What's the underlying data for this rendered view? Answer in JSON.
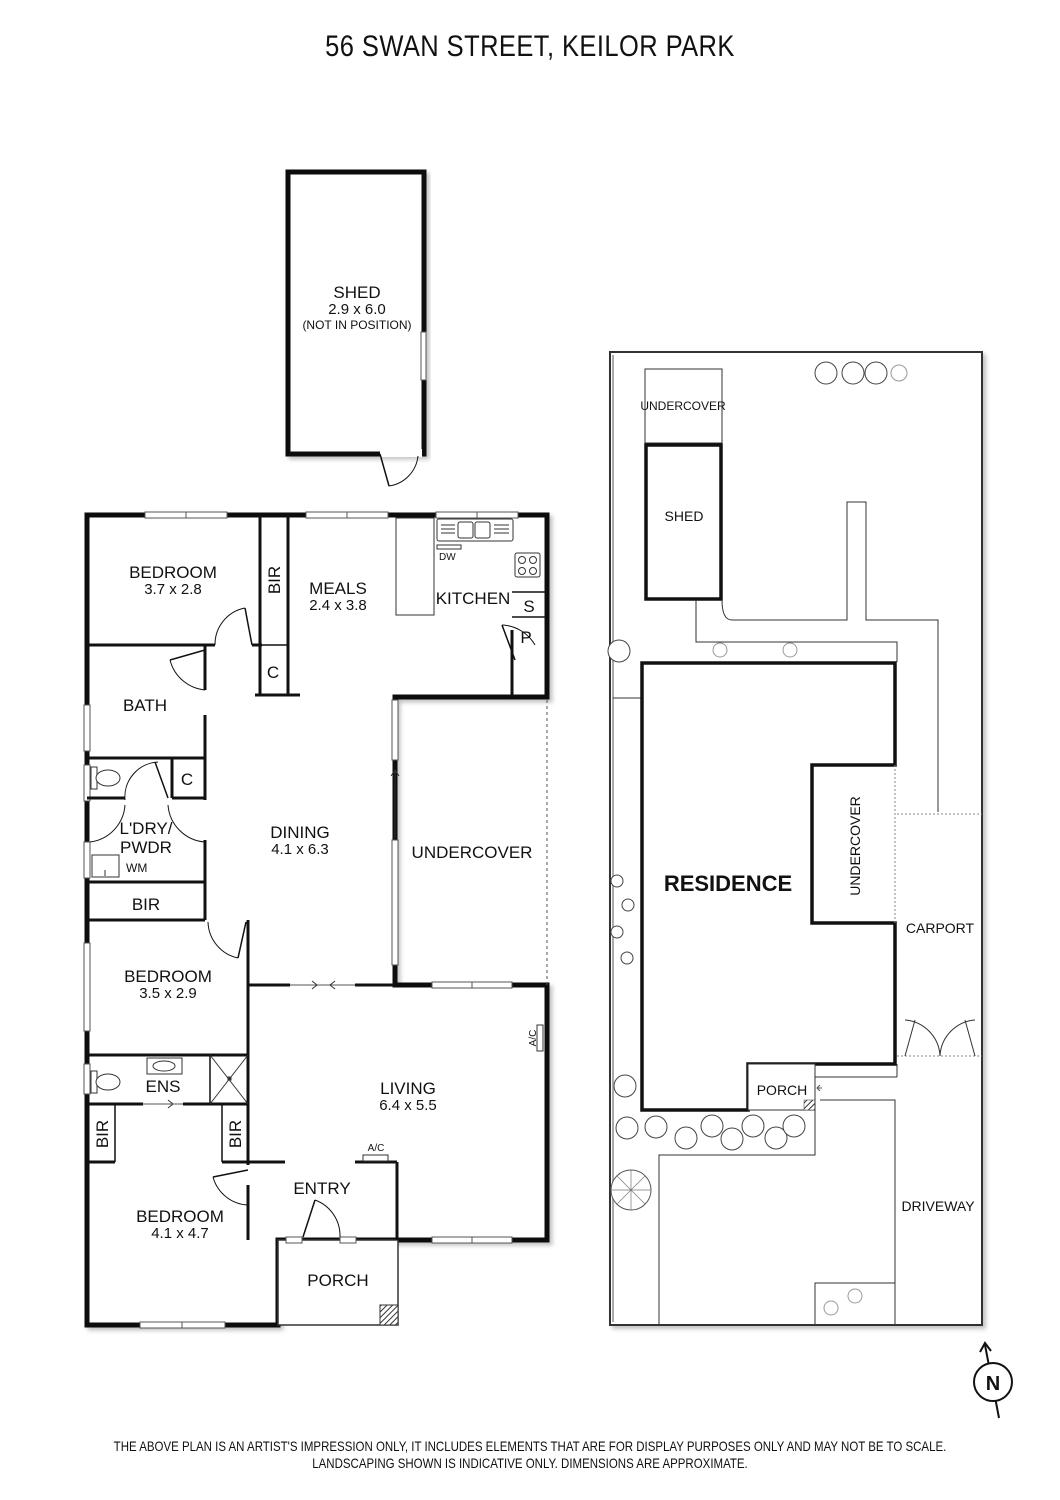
{
  "title": "56 SWAN STREET, KEILOR PARK",
  "floor_plan": {
    "rooms": [
      {
        "id": "shed",
        "name": "SHED",
        "dims": "2.9 x 6.0",
        "note": "(NOT IN POSITION)"
      },
      {
        "id": "bedroom1",
        "name": "BEDROOM",
        "dims": "3.7 x 2.8"
      },
      {
        "id": "meals",
        "name": "MEALS",
        "dims": "2.4 x 3.8"
      },
      {
        "id": "kitchen",
        "name": "KITCHEN"
      },
      {
        "id": "bath",
        "name": "BATH"
      },
      {
        "id": "laundry",
        "name": "L'DRY/",
        "name2": "PWDR"
      },
      {
        "id": "dining",
        "name": "DINING",
        "dims": "4.1 x 6.3"
      },
      {
        "id": "undercover",
        "name": "UNDERCOVER"
      },
      {
        "id": "bedroom2",
        "name": "BEDROOM",
        "dims": "3.5 x 2.9"
      },
      {
        "id": "ensuite",
        "name": "ENS"
      },
      {
        "id": "living",
        "name": "LIVING",
        "dims": "6.4 x 5.5"
      },
      {
        "id": "entry",
        "name": "ENTRY"
      },
      {
        "id": "bedroom3",
        "name": "BEDROOM",
        "dims": "4.1 x 4.7"
      },
      {
        "id": "porch",
        "name": "PORCH"
      }
    ],
    "fixtures": {
      "bir": "BIR",
      "cupboard": "C",
      "dishwasher": "DW",
      "storage": "S",
      "pantry": "P",
      "washing_machine": "WM",
      "air_con": "A/C"
    }
  },
  "site_plan": {
    "labels": {
      "undercover_top": "UNDERCOVER",
      "shed": "SHED",
      "residence": "RESIDENCE",
      "undercover_side": "UNDERCOVER",
      "carport": "CARPORT",
      "porch": "PORCH",
      "driveway": "DRIVEWAY"
    }
  },
  "compass": {
    "label": "N"
  },
  "disclaimer": {
    "line1": "THE ABOVE PLAN IS AN ARTIST'S IMPRESSION ONLY, IT INCLUDES ELEMENTS THAT ARE FOR DISPLAY PURPOSES ONLY AND MAY NOT BE TO SCALE.",
    "line2": "LANDSCAPING SHOWN IS INDICATIVE ONLY. DIMENSIONS ARE APPROXIMATE."
  },
  "colors": {
    "wall": "#111111",
    "line": "#333333",
    "shadow": "#bbbbbb",
    "background": "#ffffff"
  }
}
